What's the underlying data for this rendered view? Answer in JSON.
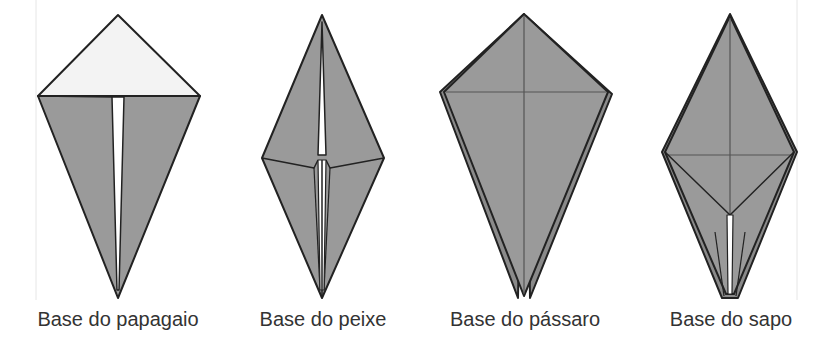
{
  "diagram": {
    "labels": [
      "Base do papagaio",
      "Base do peixe",
      "Base do pássaro",
      "Base do sapo"
    ]
  }
}
